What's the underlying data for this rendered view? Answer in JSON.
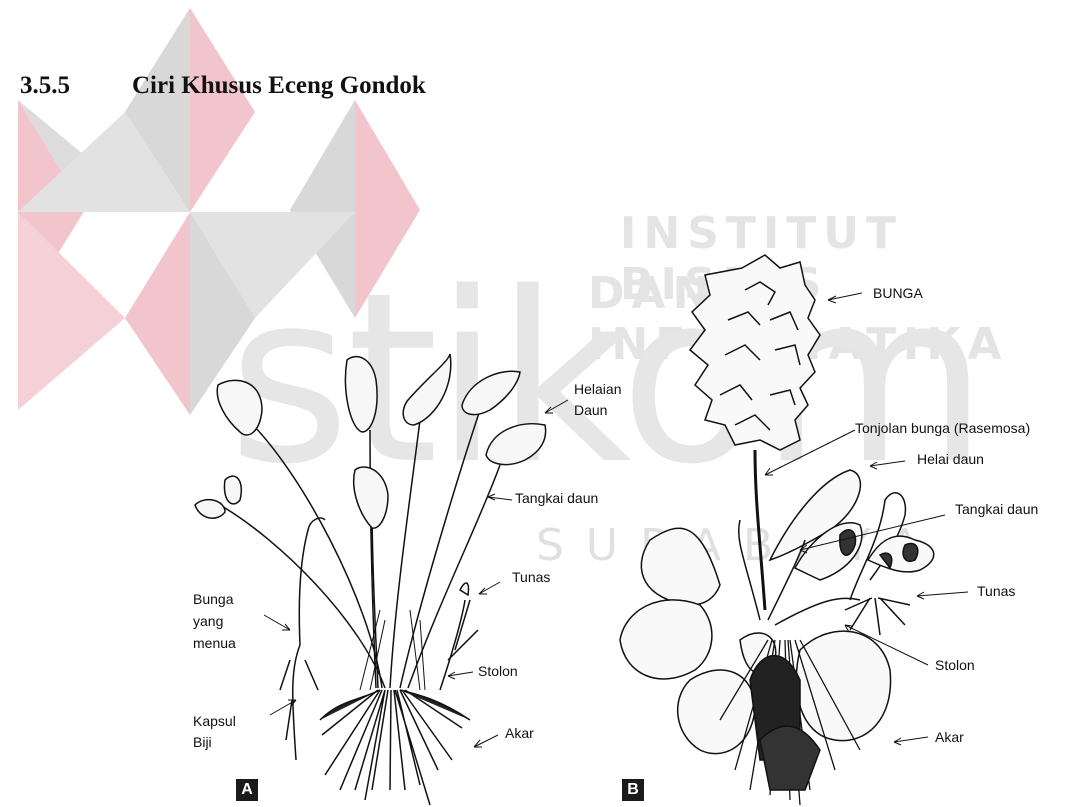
{
  "heading": {
    "number": "3.5.5",
    "title": "Ciri Khusus Eceng Gondok"
  },
  "watermark": {
    "line1": "INSTITUT BISNIS",
    "line2": "DAN INFORMATIKA",
    "brand": "stikom",
    "city": "SURABAYA",
    "colors": {
      "pink": "#f2c4cb",
      "gray": "#d4d4d4"
    }
  },
  "figure": {
    "panel_a": {
      "tag": "A",
      "labels": {
        "helaian_daun_1": "Helaian",
        "helaian_daun_2": "Daun",
        "tangkai_daun": "Tangkai daun",
        "tunas": "Tunas",
        "bunga_menua_1": "Bunga",
        "bunga_menua_2": "yang",
        "bunga_menua_3": "menua",
        "stolon": "Stolon",
        "kapsul_biji_1": "Kapsul",
        "kapsul_biji_2": "Biji",
        "akar": "Akar"
      }
    },
    "panel_b": {
      "tag": "B",
      "labels": {
        "bunga": "BUNGA",
        "tonjolan_bunga": "Tonjolan bunga (Rasemosa)",
        "helai_daun": "Helai daun",
        "tangkai_daun": "Tangkai daun",
        "tunas": "Tunas",
        "stolon": "Stolon",
        "akar": "Akar"
      }
    }
  }
}
